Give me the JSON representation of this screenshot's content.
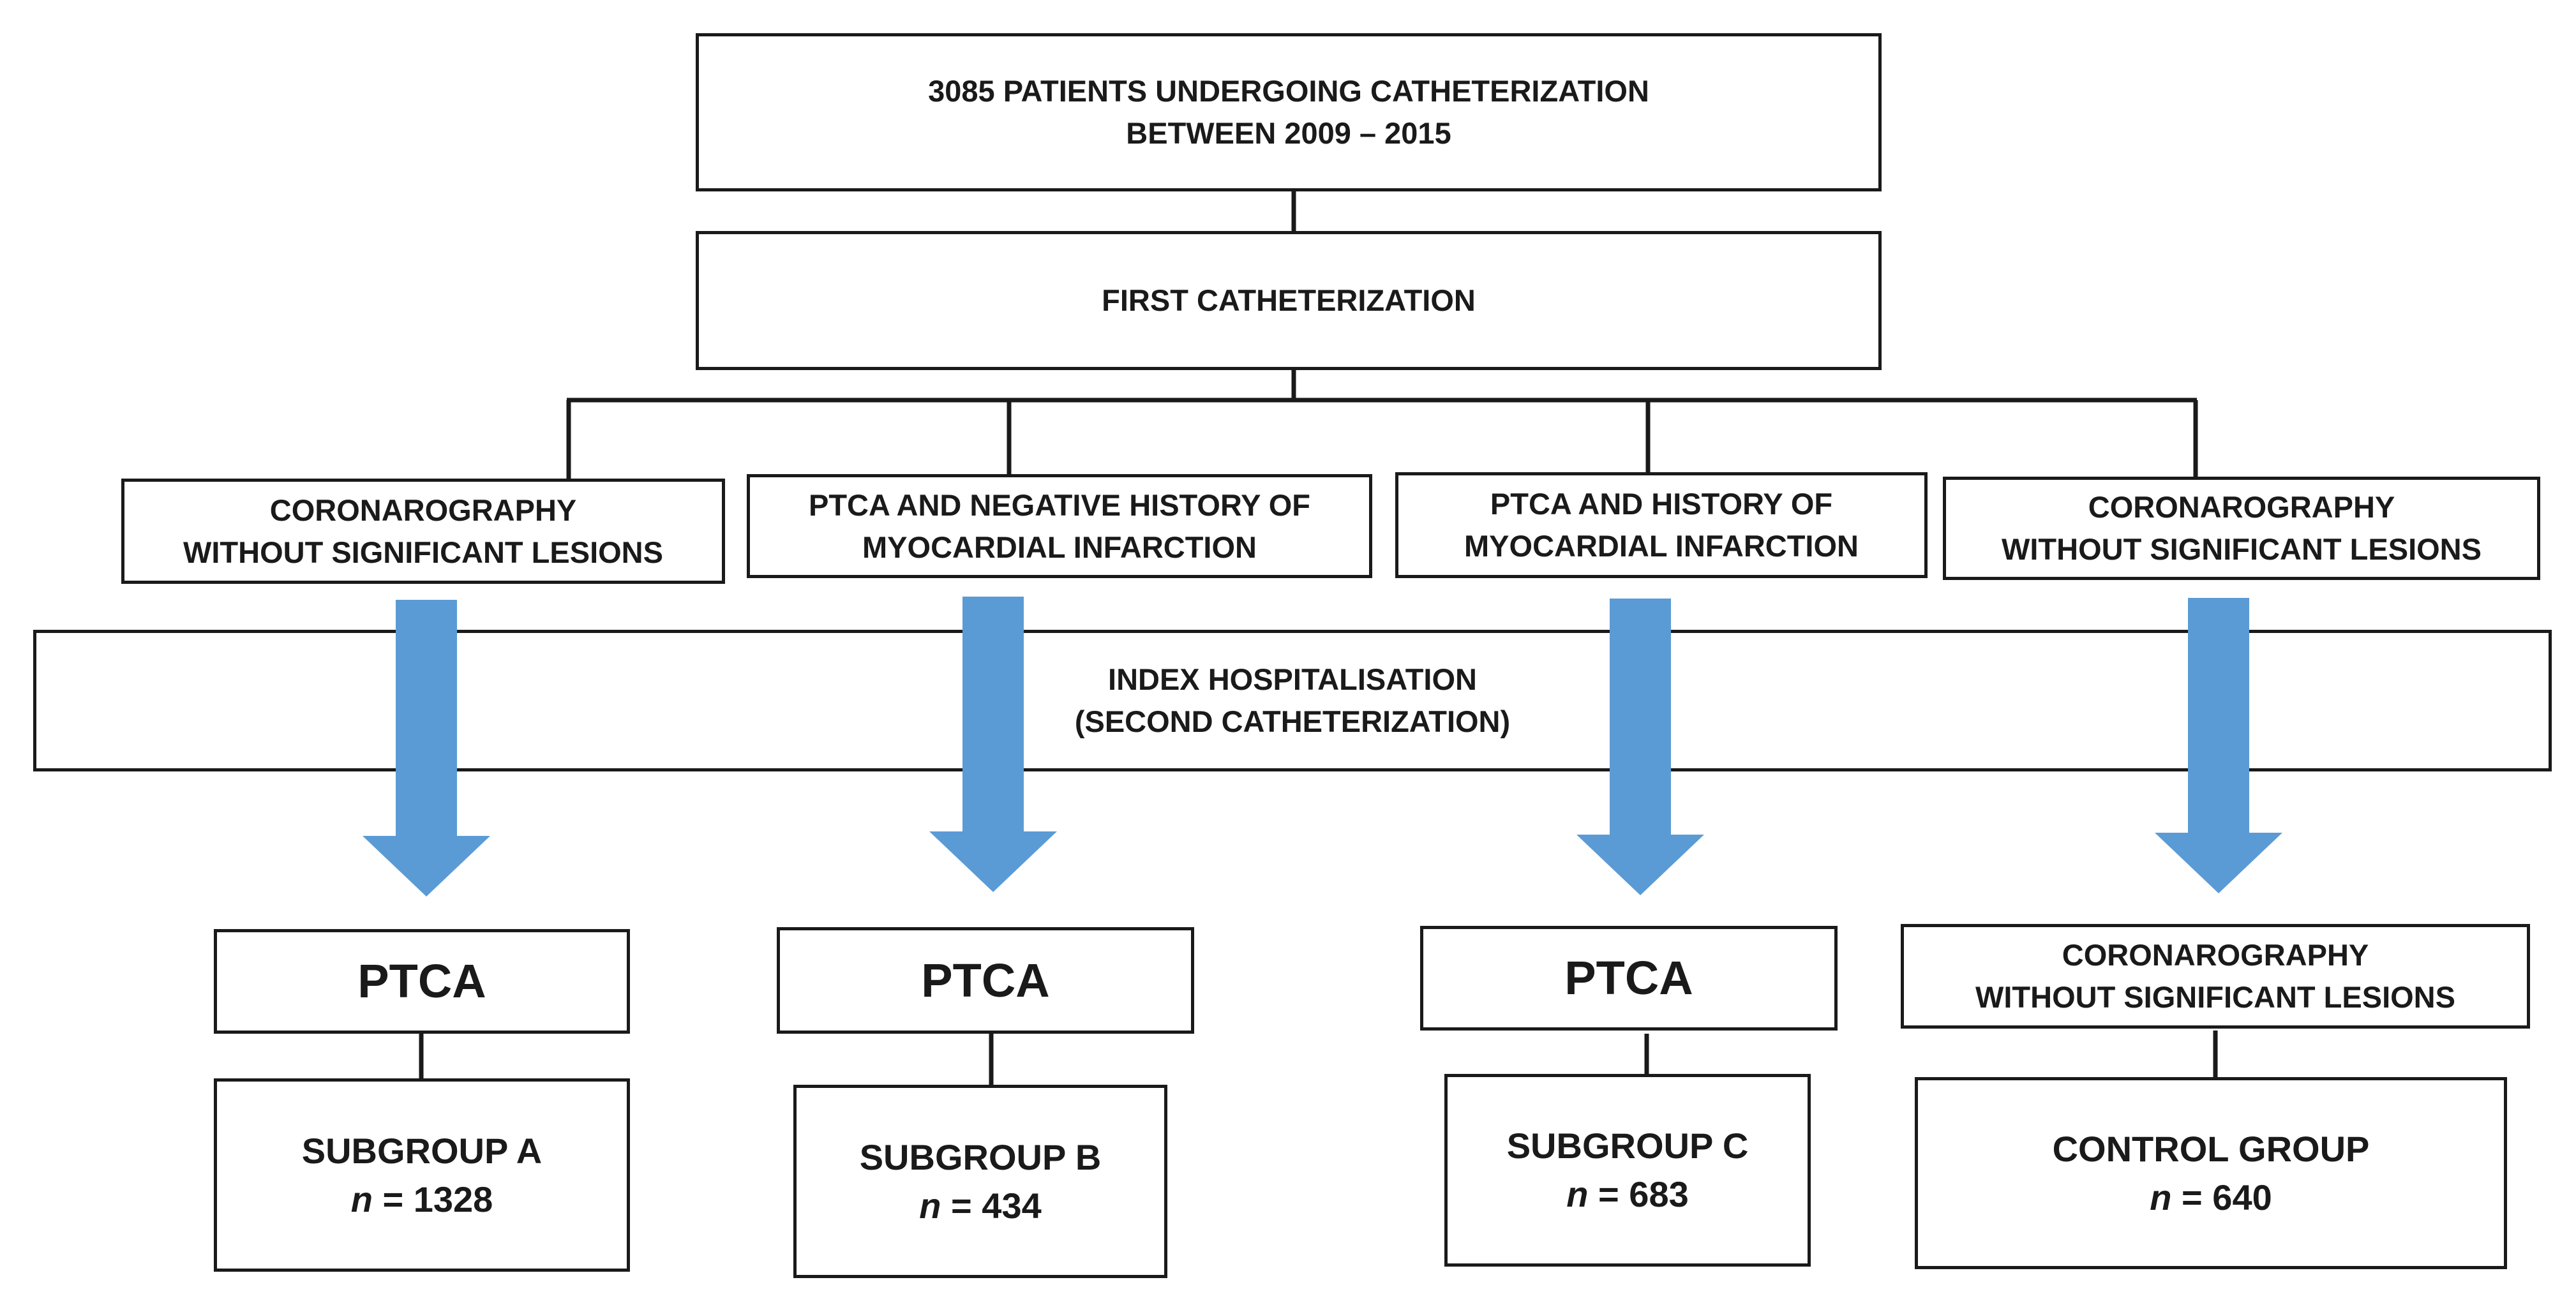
{
  "top": {
    "line1": "3085 PATIENTS UNDERGOING CATHETERIZATION",
    "line2": "BETWEEN  2009 – 2015"
  },
  "first": {
    "label": "FIRST CATHETERIZATION"
  },
  "categories": [
    {
      "line1": "CORONAROGRAPHY",
      "line2": "WITHOUT SIGNIFICANT LESIONS"
    },
    {
      "line1": "PTCA AND NEGATIVE HISTORY OF",
      "line2": "MYOCARDIAL INFARCTION"
    },
    {
      "line1": "PTCA AND HISTORY OF",
      "line2": "MYOCARDIAL INFARCTION"
    },
    {
      "line1": "CORONAROGRAPHY",
      "line2": "WITHOUT SIGNIFICANT LESIONS"
    }
  ],
  "index": {
    "line1": "INDEX  HOSPITALISATION",
    "line2": "(SECOND CATHETERIZATION)"
  },
  "procedures": [
    {
      "label": "PTCA"
    },
    {
      "label": "PTCA"
    },
    {
      "label": "PTCA"
    },
    {
      "line1": "CORONAROGRAPHY",
      "line2": "WITHOUT SIGNIFICANT LESIONS"
    }
  ],
  "groups": [
    {
      "name": "SUBGROUP A",
      "n_symbol": "n",
      "n_value": "= 1328"
    },
    {
      "name": "SUBGROUP B",
      "n_symbol": "n",
      "n_value": "= 434"
    },
    {
      "name": "SUBGROUP C",
      "n_symbol": "n",
      "n_value": "= 683"
    },
    {
      "name": "CONTROL GROUP",
      "n_symbol": "n",
      "n_value": "= 640"
    }
  ],
  "colors": {
    "arrow": "#5b9bd5",
    "border": "#1a1a1a"
  }
}
